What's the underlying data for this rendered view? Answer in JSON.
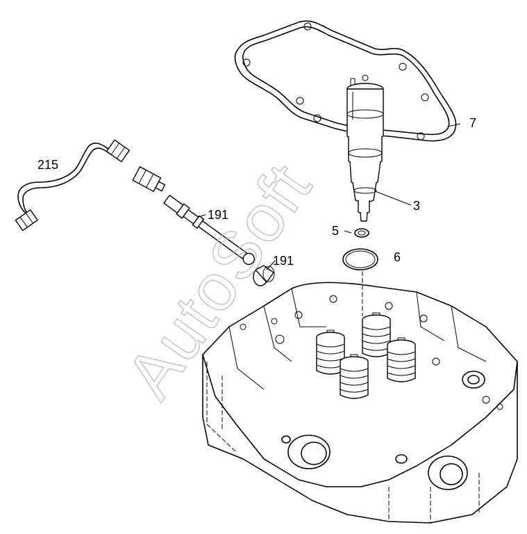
{
  "watermark": "AutoSoft",
  "callouts": {
    "gasket": "7",
    "pipe": "215",
    "connector_a": "191",
    "connector_b": "191",
    "injector": "3",
    "washer": "5",
    "oring": "6"
  }
}
